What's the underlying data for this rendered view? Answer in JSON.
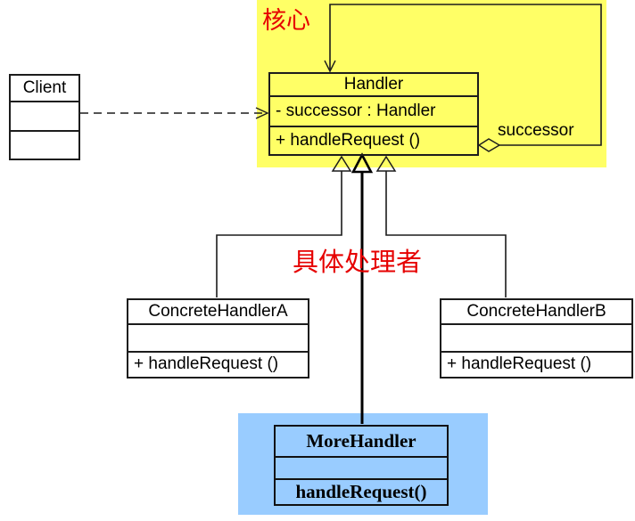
{
  "diagram": {
    "kind": "uml-class-diagram",
    "core_region_label": "核心",
    "concrete_handlers_label": "具体处理者",
    "association_label": "successor"
  },
  "classes": {
    "client": {
      "name": "Client",
      "attribute": "",
      "method": ""
    },
    "handler": {
      "name": "Handler",
      "attribute": "- successor : Handler",
      "method": "+ handleRequest ()"
    },
    "concrete_a": {
      "name": "ConcreteHandlerA",
      "attribute": "",
      "method": "+ handleRequest ()"
    },
    "concrete_b": {
      "name": "ConcreteHandlerB",
      "attribute": "",
      "method": "+ handleRequest ()"
    },
    "more_handler": {
      "name": "MoreHandler",
      "attribute": "",
      "method": "handleRequest()"
    }
  },
  "relations": {
    "client_to_handler": "dependency-dashed-open-arrow",
    "handler_self_aggregation": "successor-loop-hollow-diamond",
    "concrete_a_generalization": "hollow-triangle-to-handler",
    "concrete_b_generalization": "hollow-triangle-to-handler",
    "more_handler_generalization": "bold-hollow-triangle-to-handler"
  },
  "colors": {
    "core_region_bg": "#ffff66",
    "more_region_bg": "#99ccff",
    "annotation_red": "#e60000",
    "line_black": "#1c1c1c",
    "box_fill_white": "#ffffff"
  }
}
